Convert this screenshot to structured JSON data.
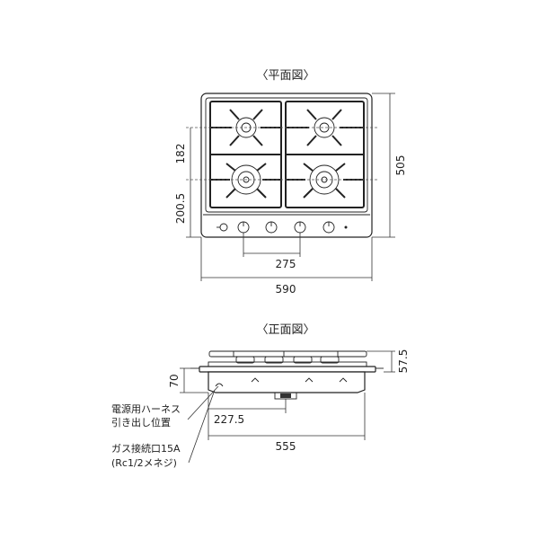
{
  "plan_view": {
    "title": "〈平面図〉",
    "dim_width": "590",
    "dim_depth": "505",
    "dim_burner_spacing": "275",
    "dim_upper_row": "182",
    "dim_lower_row": "200.5"
  },
  "front_view": {
    "title": "〈正面図〉",
    "dim_width": "555",
    "dim_height_above": "57.5",
    "dim_height_below": "70",
    "dim_harness_offset": "227.5",
    "label_harness_line1": "電源用ハーネス",
    "label_harness_line2": "引き出し位置",
    "label_gas_line1": "ガス接続口15A",
    "label_gas_line2": "(Rc1/2メネジ)"
  }
}
